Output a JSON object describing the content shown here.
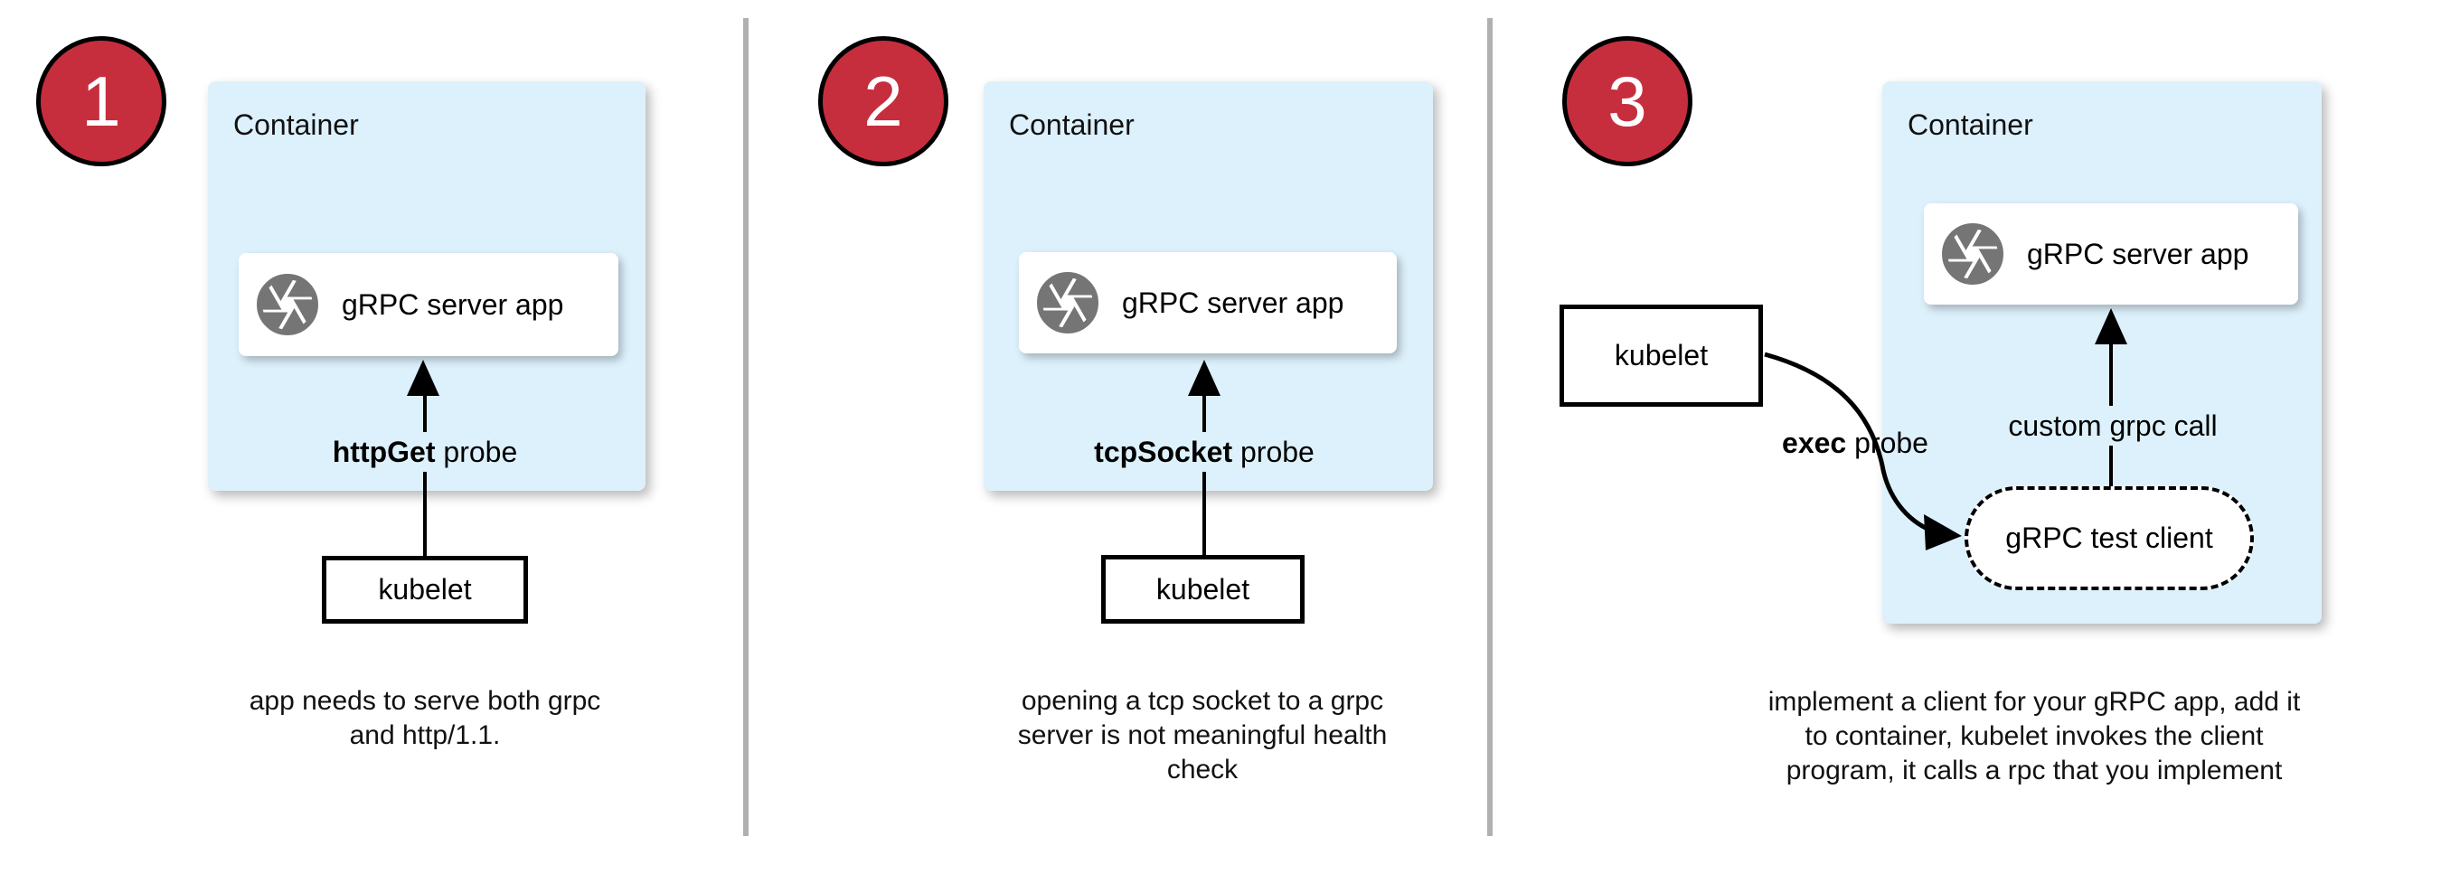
{
  "colors": {
    "badge_red": "#c62e3e",
    "container_blue": "#ddf1fc",
    "icon_gray": "#757575",
    "divider_gray": "#b0b0b0",
    "line_black": "#000000"
  },
  "panels": [
    {
      "number": "1",
      "container_label": "Container",
      "app_icon": "aperture-icon",
      "app_label": "gRPC server app",
      "probe_bold": "httpGet",
      "probe_rest": " probe",
      "kubelet_label": "kubelet",
      "caption": "app needs to serve both grpc\nand http/1.1."
    },
    {
      "number": "2",
      "container_label": "Container",
      "app_icon": "aperture-icon",
      "app_label": "gRPC server app",
      "probe_bold": "tcpSocket",
      "probe_rest": " probe",
      "kubelet_label": "kubelet",
      "caption": "opening a tcp socket to a grpc\nserver is not meaningful health\ncheck"
    },
    {
      "number": "3",
      "container_label": "Container",
      "app_icon": "aperture-icon",
      "app_label": "gRPC server app",
      "probe_bold": "exec",
      "probe_rest": " probe",
      "kubelet_label": "kubelet",
      "call_label": "custom grpc call",
      "client_label": "gRPC test client",
      "caption": "implement a client for your gRPC app, add it\nto container, kubelet invokes the client\nprogram, it calls a rpc that you implement"
    }
  ]
}
